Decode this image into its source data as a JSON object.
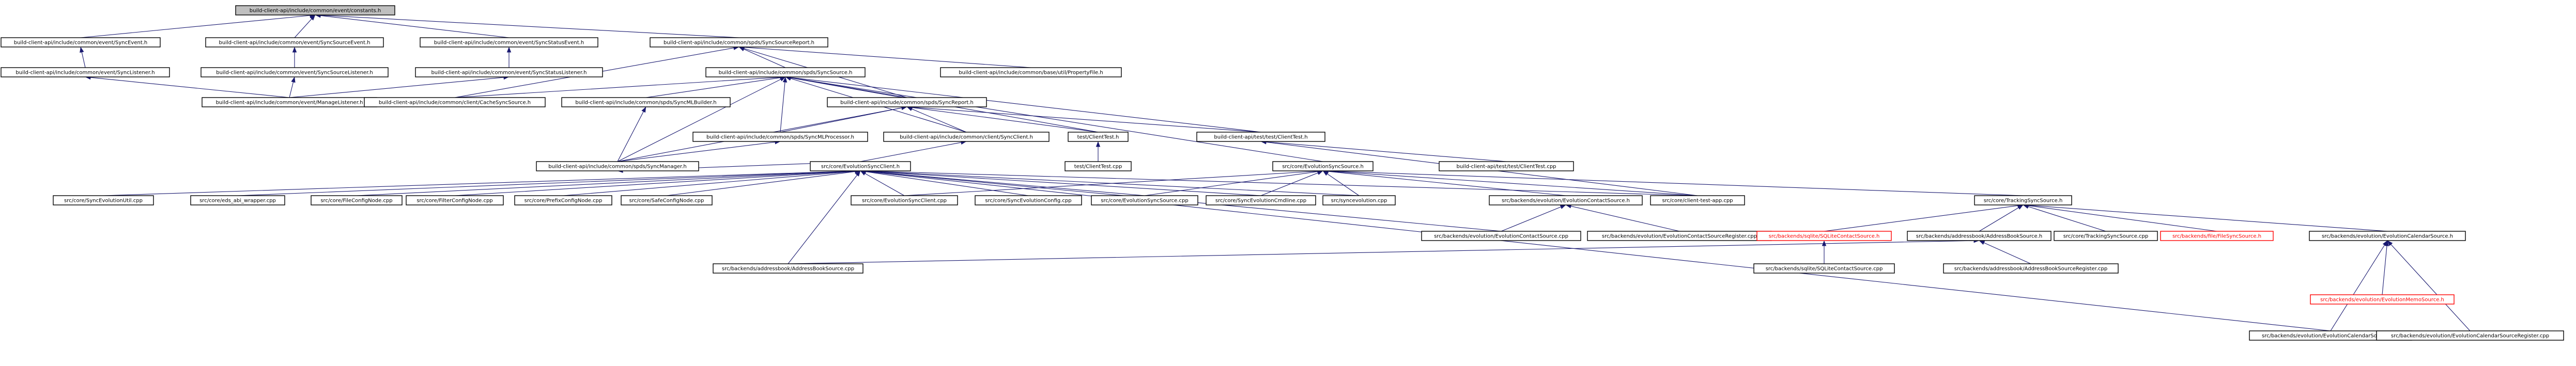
{
  "graph": {
    "root": "build-client-api/include/common/event/constants.h",
    "colors": {
      "edge": "#191970",
      "box_border": "#000000",
      "root_fill": "#bfbfbf",
      "incomplete_border": "#ff0000"
    },
    "nodes": [
      {
        "id": "n0",
        "label": "build-client-api/include/common/event/constants.h",
        "kind": "root"
      },
      {
        "id": "n1",
        "label": "build-client-api/include/common/event/SyncEvent.h"
      },
      {
        "id": "n2",
        "label": "build-client-api/include/common/event/SyncSourceEvent.h"
      },
      {
        "id": "n3",
        "label": "build-client-api/include/common/event/SyncStatusEvent.h"
      },
      {
        "id": "n4",
        "label": "build-client-api/include/common/spds/SyncSourceReport.h"
      },
      {
        "id": "n5",
        "label": "build-client-api/include/common/event/SyncListener.h"
      },
      {
        "id": "n6",
        "label": "build-client-api/include/common/event/SyncSourceListener.h"
      },
      {
        "id": "n7",
        "label": "build-client-api/include/common/event/SyncStatusListener.h"
      },
      {
        "id": "n8",
        "label": "build-client-api/include/common/spds/SyncSource.h"
      },
      {
        "id": "n9",
        "label": "build-client-api/include/common/base/util/PropertyFile.h"
      },
      {
        "id": "n10",
        "label": "build-client-api/include/common/event/ManageListener.h"
      },
      {
        "id": "n11",
        "label": "build-client-api/include/common/client/CacheSyncSource.h"
      },
      {
        "id": "n12",
        "label": "build-client-api/include/common/spds/SyncMLBuilder.h"
      },
      {
        "id": "n13",
        "label": "build-client-api/include/common/spds/SyncReport.h"
      },
      {
        "id": "n14",
        "label": "build-client-api/include/common/spds/SyncMLProcessor.h"
      },
      {
        "id": "n15",
        "label": "build-client-api/include/common/client/SyncClient.h"
      },
      {
        "id": "n16",
        "label": "test/ClientTest.h"
      },
      {
        "id": "n17",
        "label": "build-client-api/test/test/ClientTest.h"
      },
      {
        "id": "n18",
        "label": "build-client-api/include/common/spds/SyncManager.h"
      },
      {
        "id": "n19",
        "label": "src/core/EvolutionSyncClient.h"
      },
      {
        "id": "n20",
        "label": "test/ClientTest.cpp"
      },
      {
        "id": "n21",
        "label": "src/core/EvolutionSyncSource.h"
      },
      {
        "id": "n22",
        "label": "build-client-api/test/test/ClientTest.cpp"
      },
      {
        "id": "n23",
        "label": "src/core/SyncEvolutionUtil.cpp"
      },
      {
        "id": "n24",
        "label": "src/core/eds_abi_wrapper.cpp"
      },
      {
        "id": "n25",
        "label": "src/core/FileConfigNode.cpp"
      },
      {
        "id": "n26",
        "label": "src/core/FilterConfigNode.cpp"
      },
      {
        "id": "n27",
        "label": "src/core/PrefixConfigNode.cpp"
      },
      {
        "id": "n28",
        "label": "src/core/SafeConfigNode.cpp"
      },
      {
        "id": "n29",
        "label": "src/core/EvolutionSyncClient.cpp"
      },
      {
        "id": "n30",
        "label": "src/core/SyncEvolutionConfig.cpp"
      },
      {
        "id": "n31",
        "label": "src/core/EvolutionSyncSource.cpp"
      },
      {
        "id": "n32",
        "label": "src/core/SyncEvolutionCmdline.cpp"
      },
      {
        "id": "n33",
        "label": "src/syncevolution.cpp"
      },
      {
        "id": "n34",
        "label": "src/backends/evolution/EvolutionContactSource.h"
      },
      {
        "id": "n35",
        "label": "src/core/client-test-app.cpp"
      },
      {
        "id": "n36",
        "label": "src/core/TrackingSyncSource.h"
      },
      {
        "id": "n37",
        "label": "src/backends/evolution/EvolutionContactSource.cpp"
      },
      {
        "id": "n38",
        "label": "src/backends/evolution/EvolutionContactSourceRegister.cpp"
      },
      {
        "id": "n39",
        "label": "src/backends/sqlite/SQLiteContactSource.h",
        "kind": "red"
      },
      {
        "id": "n40",
        "label": "src/backends/addressbook/AddressBookSource.h"
      },
      {
        "id": "n41",
        "label": "src/core/TrackingSyncSource.cpp"
      },
      {
        "id": "n42",
        "label": "src/backends/file/FileSyncSource.h",
        "kind": "red"
      },
      {
        "id": "n43",
        "label": "src/backends/evolution/EvolutionCalendarSource.h"
      },
      {
        "id": "n44",
        "label": "src/backends/addressbook/AddressBookSource.cpp"
      },
      {
        "id": "n45",
        "label": "src/backends/sqlite/SQLiteContactSource.cpp"
      },
      {
        "id": "n46",
        "label": "src/backends/addressbook/AddressBookSourceRegister.cpp"
      },
      {
        "id": "n47",
        "label": "src/backends/evolution/EvolutionMemoSource.h",
        "kind": "red"
      },
      {
        "id": "n48",
        "label": "src/backends/evolution/EvolutionCalendarSource.cpp"
      },
      {
        "id": "n49",
        "label": "src/backends/evolution/EvolutionCalendarSourceRegister.cpp"
      }
    ],
    "edges": [
      [
        "n0",
        "n1"
      ],
      [
        "n0",
        "n2"
      ],
      [
        "n0",
        "n3"
      ],
      [
        "n0",
        "n4"
      ],
      [
        "n1",
        "n5"
      ],
      [
        "n2",
        "n6"
      ],
      [
        "n3",
        "n7"
      ],
      [
        "n4",
        "n8"
      ],
      [
        "n4",
        "n9"
      ],
      [
        "n4",
        "n11"
      ],
      [
        "n4",
        "n13"
      ],
      [
        "n5",
        "n10"
      ],
      [
        "n6",
        "n10"
      ],
      [
        "n7",
        "n10"
      ],
      [
        "n8",
        "n11"
      ],
      [
        "n8",
        "n12"
      ],
      [
        "n8",
        "n13"
      ],
      [
        "n8",
        "n14"
      ],
      [
        "n8",
        "n15"
      ],
      [
        "n8",
        "n16"
      ],
      [
        "n8",
        "n17"
      ],
      [
        "n8",
        "n21"
      ],
      [
        "n8",
        "n18"
      ],
      [
        "n13",
        "n14"
      ],
      [
        "n13",
        "n15"
      ],
      [
        "n13",
        "n16"
      ],
      [
        "n13",
        "n17"
      ],
      [
        "n13",
        "n18"
      ],
      [
        "n12",
        "n18"
      ],
      [
        "n14",
        "n18"
      ],
      [
        "n15",
        "n19"
      ],
      [
        "n16",
        "n20"
      ],
      [
        "n17",
        "n22"
      ],
      [
        "n17",
        "n35"
      ],
      [
        "n18",
        "n19"
      ],
      [
        "n19",
        "n23"
      ],
      [
        "n19",
        "n24"
      ],
      [
        "n19",
        "n25"
      ],
      [
        "n19",
        "n26"
      ],
      [
        "n19",
        "n27"
      ],
      [
        "n19",
        "n28"
      ],
      [
        "n19",
        "n29"
      ],
      [
        "n19",
        "n30"
      ],
      [
        "n19",
        "n31"
      ],
      [
        "n19",
        "n32"
      ],
      [
        "n19",
        "n33"
      ],
      [
        "n19",
        "n35"
      ],
      [
        "n19",
        "n37"
      ],
      [
        "n19",
        "n44"
      ],
      [
        "n19",
        "n48"
      ],
      [
        "n21",
        "n29"
      ],
      [
        "n21",
        "n31"
      ],
      [
        "n21",
        "n32"
      ],
      [
        "n21",
        "n33"
      ],
      [
        "n21",
        "n34"
      ],
      [
        "n21",
        "n35"
      ],
      [
        "n21",
        "n36"
      ],
      [
        "n34",
        "n37"
      ],
      [
        "n34",
        "n38"
      ],
      [
        "n36",
        "n39"
      ],
      [
        "n36",
        "n40"
      ],
      [
        "n36",
        "n41"
      ],
      [
        "n36",
        "n42"
      ],
      [
        "n36",
        "n43"
      ],
      [
        "n39",
        "n45"
      ],
      [
        "n40",
        "n44"
      ],
      [
        "n40",
        "n46"
      ],
      [
        "n43",
        "n47"
      ],
      [
        "n43",
        "n48"
      ],
      [
        "n43",
        "n49"
      ]
    ]
  }
}
